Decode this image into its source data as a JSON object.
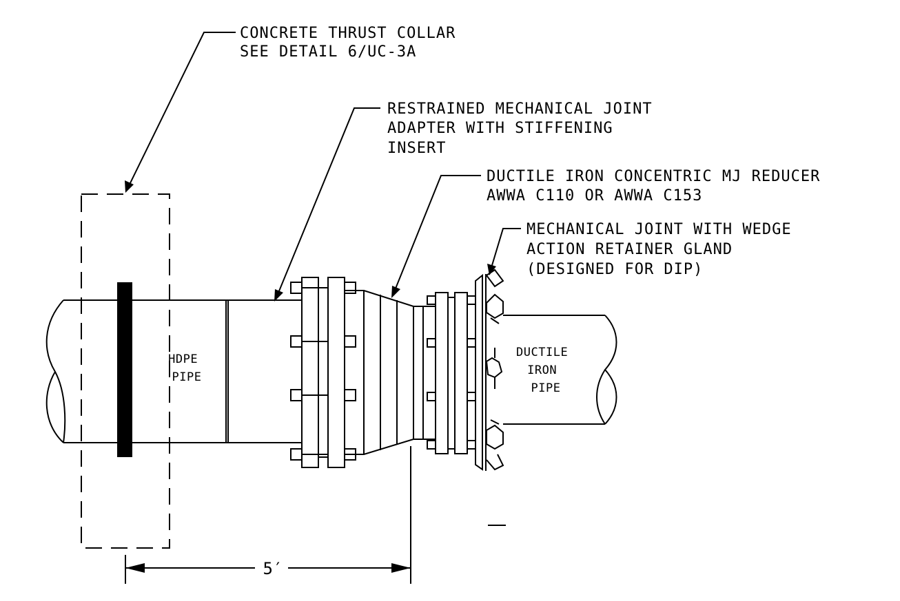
{
  "callouts": {
    "thrust_collar": [
      "CONCRETE THRUST COLLAR",
      "SEE DETAIL 6/UC-3A"
    ],
    "mj_adapter": [
      "RESTRAINED MECHANICAL JOINT",
      "ADAPTER WITH STIFFENING",
      "INSERT"
    ],
    "reducer": [
      "DUCTILE IRON CONCENTRIC MJ REDUCER",
      "AWWA C110 OR AWWA C153"
    ],
    "retainer_gland": [
      "MECHANICAL JOINT WITH WEDGE",
      "ACTION RETAINER GLAND",
      "(DESIGNED FOR DIP)"
    ]
  },
  "labels": {
    "hdpe_pipe": [
      "HDPE",
      "PIPE"
    ],
    "ductile_pipe": [
      "DUCTILE",
      "IRON",
      "PIPE"
    ]
  },
  "dimension": {
    "value": "5′"
  }
}
